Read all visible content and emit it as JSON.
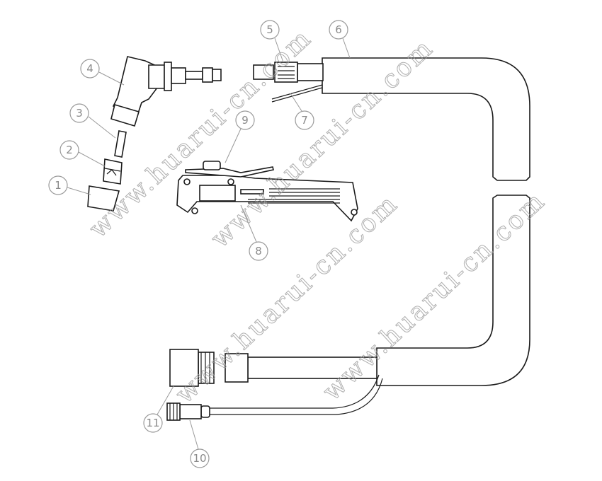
{
  "diagram": {
    "callouts": [
      {
        "num": "1"
      },
      {
        "num": "2"
      },
      {
        "num": "3"
      },
      {
        "num": "4"
      },
      {
        "num": "5"
      },
      {
        "num": "6"
      },
      {
        "num": "7"
      },
      {
        "num": "8"
      },
      {
        "num": "9"
      },
      {
        "num": "10"
      },
      {
        "num": "11"
      }
    ],
    "watermark": "www.huarui-cn.com",
    "line_color": "#1a1a1a",
    "callout_color": "#9a9a9a"
  }
}
